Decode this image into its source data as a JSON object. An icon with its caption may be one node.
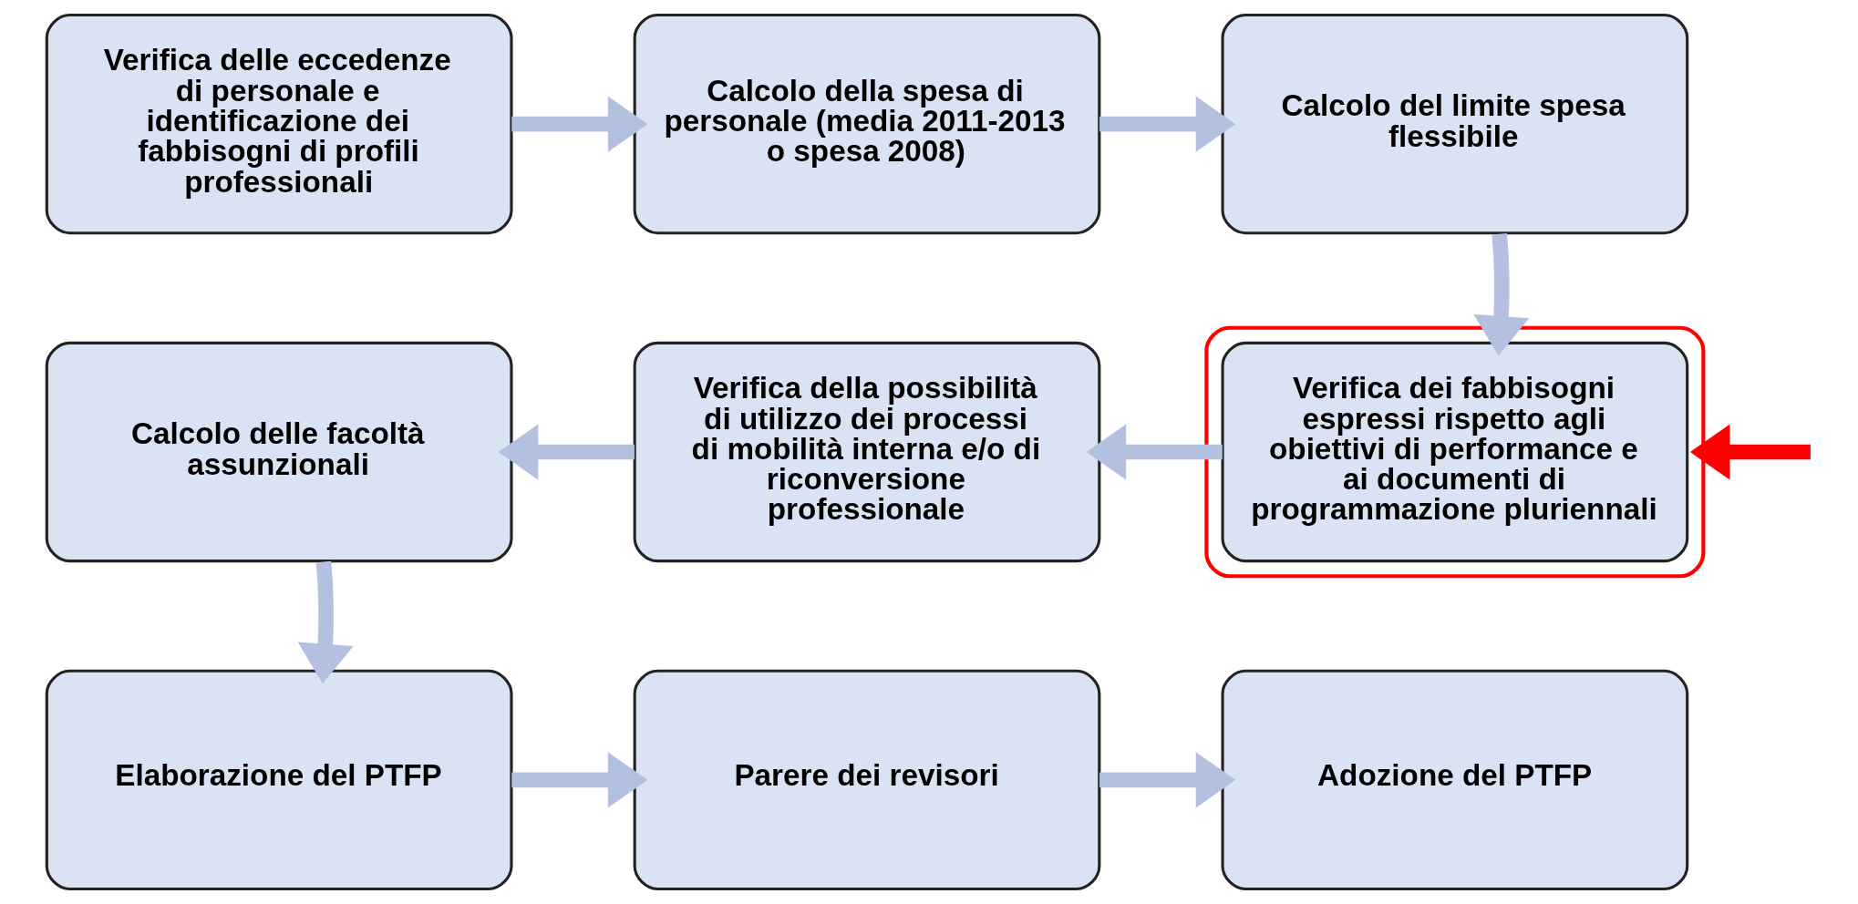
{
  "diagram": {
    "nodes": [
      {
        "text": [
          "Verifica delle eccedenze di personale e identificazione dei fabbisogni di profili professionali"
        ]
      },
      {
        "text": [
          "Calcolo della spesa di personale (media 2011-2013 o spesa 2008)"
        ]
      },
      {
        "text": [
          "Calcolo del limite spesa flessibile"
        ]
      },
      {
        "text": [
          "Calcolo delle facoltà assunzionali"
        ]
      },
      {
        "text": [
          "Verifica della possibilità di utilizzo dei processi di mobilità interna e/o di riconversione professionale"
        ]
      },
      {
        "text": [],
        "shape": "ellipse"
      },
      {
        "text": [
          "Verifica dei fabbisogni espressi rispetto agli obiettivi di performance e ai documenti di programmazione pluriennali"
        ],
        "in": 5
      },
      {
        "text": [
          "Elaborazione del PTFP"
        ]
      },
      {
        "text": [
          "Parere dei revisori"
        ]
      },
      {
        "text": [
          "Adozione del PTFP"
        ]
      }
    ],
    "edges": [
      {
        "from": 0,
        "to": 1,
        "arrow": "to"
      },
      {
        "from": 1,
        "to": 2,
        "arrow": "to"
      },
      {
        "from": 2,
        "to": 6,
        "arrow": "to"
      },
      {
        "from": 6,
        "to": 4,
        "arrow": "to"
      },
      {
        "from": 4,
        "to": 3,
        "arrow": "to"
      },
      {
        "from": 3,
        "to": 7,
        "arrow": "to"
      },
      {
        "from": 7,
        "to": 8,
        "arrow": "to"
      },
      {
        "from": 8,
        "to": 9,
        "arrow": "to"
      },
      {
        "from": null,
        "to": 5,
        "arrow": "to",
        "color": "#ff0000"
      }
    ]
  }
}
